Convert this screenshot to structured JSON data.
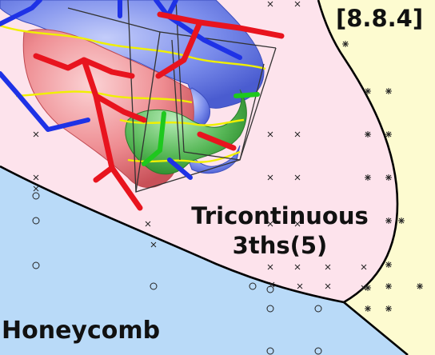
{
  "regions": {
    "tricontinuous": {
      "line1": "Tricontinuous",
      "line2": "3ths(5)"
    },
    "honeycomb": "Honeycomb",
    "square_octagon": "[8.8.4]"
  },
  "colors": {
    "tricontinuous_fill": "#fde3ec",
    "honeycomb_fill": "#b9daf8",
    "square_octagon_fill": "#fdfbd0",
    "boundary": "#000000",
    "net_blue": "#1e32e6",
    "net_red": "#e8141e",
    "net_green": "#1ec81e",
    "gyroid_blue": "#8c9cf0",
    "gyroid_red": "#f4a0a4",
    "gyroid_green": "#6cc06c",
    "dividing_surface": "#f0f000"
  },
  "markers": {
    "tricontinuous": "cross",
    "honeycomb": "circle",
    "square_octagon": "asterisk"
  },
  "illustration": "tricontinuous-unit-cell"
}
